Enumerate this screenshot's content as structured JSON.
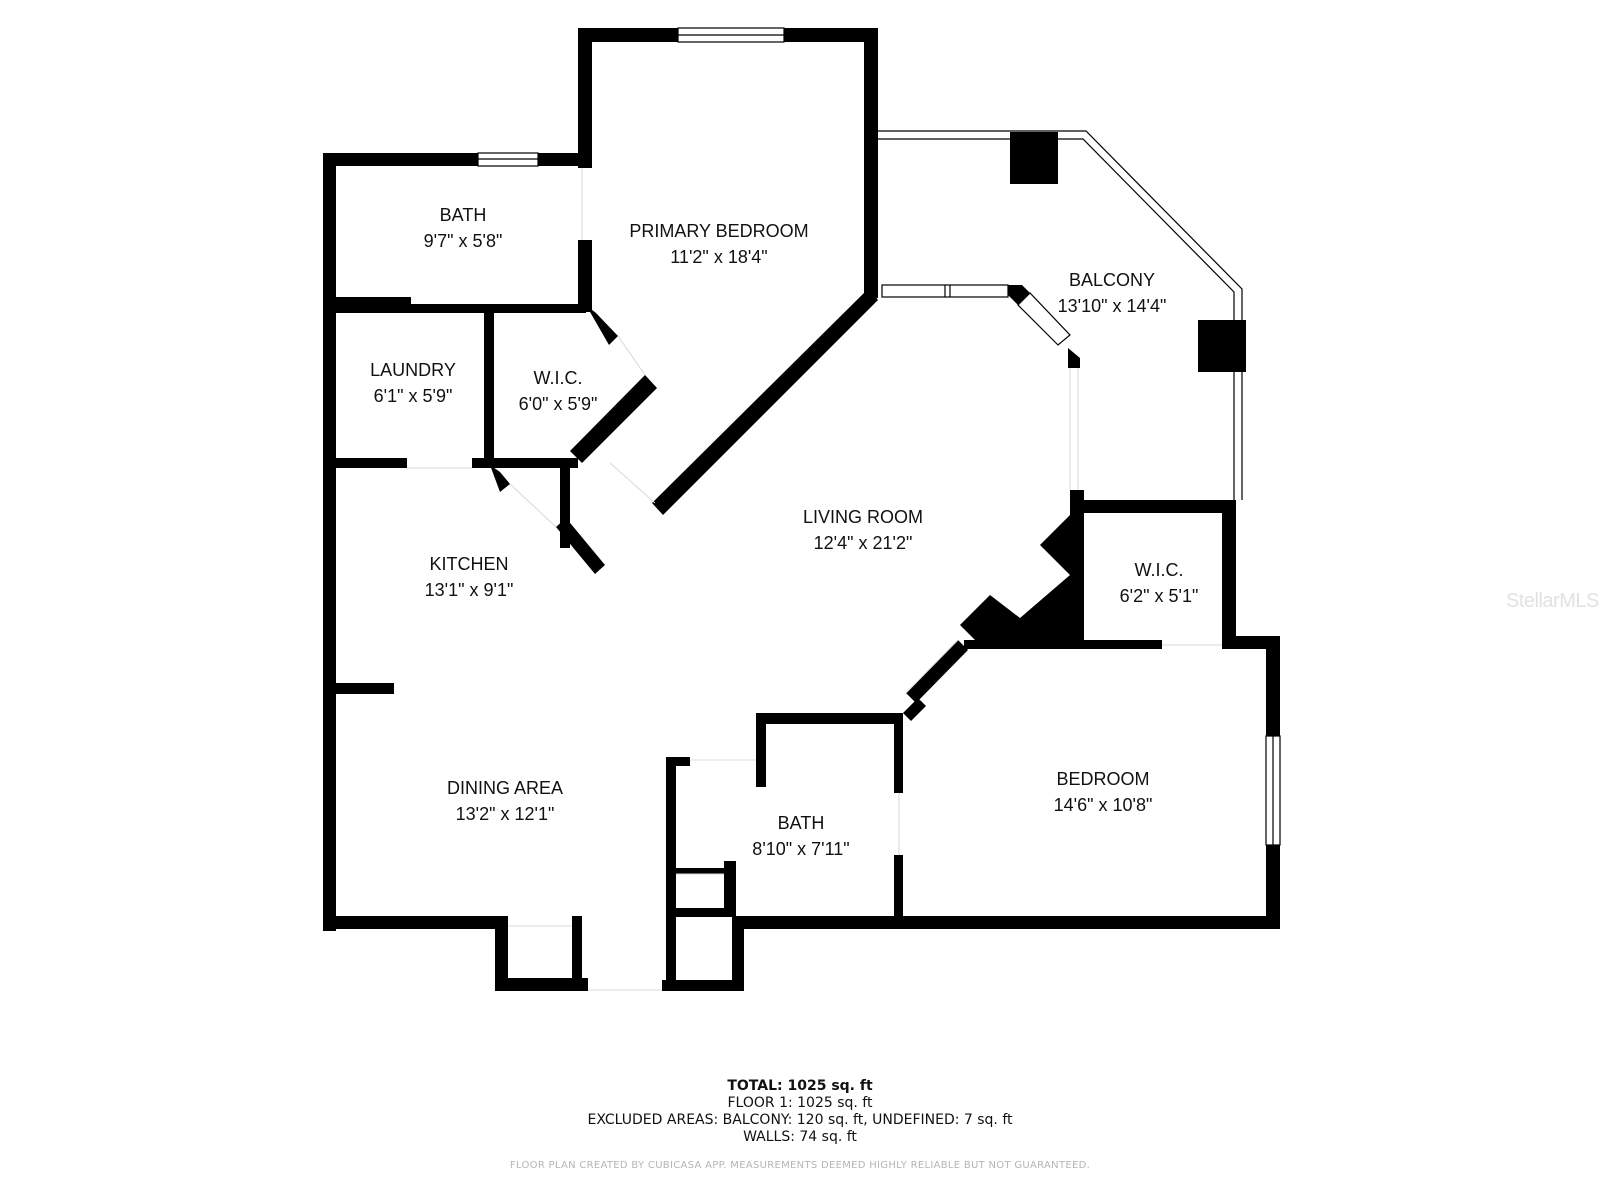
{
  "rooms": [
    {
      "id": "bath-primary",
      "name": "BATH",
      "dims": "9'7\" x 5'8\""
    },
    {
      "id": "primary-bedroom",
      "name": "PRIMARY BEDROOM",
      "dims": "11'2\" x 18'4\""
    },
    {
      "id": "balcony",
      "name": "BALCONY",
      "dims": "13'10\" x 14'4\""
    },
    {
      "id": "laundry",
      "name": "LAUNDRY",
      "dims": "6'1\" x 5'9\""
    },
    {
      "id": "wic-primary",
      "name": "W.I.C.",
      "dims": "6'0\" x 5'9\""
    },
    {
      "id": "living-room",
      "name": "LIVING ROOM",
      "dims": "12'4\" x 21'2\""
    },
    {
      "id": "kitchen",
      "name": "KITCHEN",
      "dims": "13'1\" x 9'1\""
    },
    {
      "id": "wic-bedroom",
      "name": "W.I.C.",
      "dims": "6'2\" x 5'1\""
    },
    {
      "id": "dining-area",
      "name": "DINING AREA",
      "dims": "13'2\" x 12'1\""
    },
    {
      "id": "bath-hall",
      "name": "BATH",
      "dims": "8'10\" x 7'11\""
    },
    {
      "id": "bedroom",
      "name": "BEDROOM",
      "dims": "14'6\" x 10'8\""
    }
  ],
  "summary": {
    "total": "TOTAL: 1025 sq. ft",
    "floor1": "FLOOR 1: 1025 sq. ft",
    "excluded": "EXCLUDED AREAS: BALCONY: 120 sq. ft, UNDEFINED: 7 sq. ft",
    "walls": "WALLS: 74 sq. ft"
  },
  "disclaimer": "FLOOR PLAN CREATED BY CUBICASA APP. MEASUREMENTS DEEMED HIGHLY RELIABLE BUT NOT GUARANTEED.",
  "watermark": "StellarMLS",
  "colors": {
    "wall": "#000000",
    "background": "#ffffff",
    "text": "#111111",
    "disclaimer": "#b5b5b5"
  }
}
